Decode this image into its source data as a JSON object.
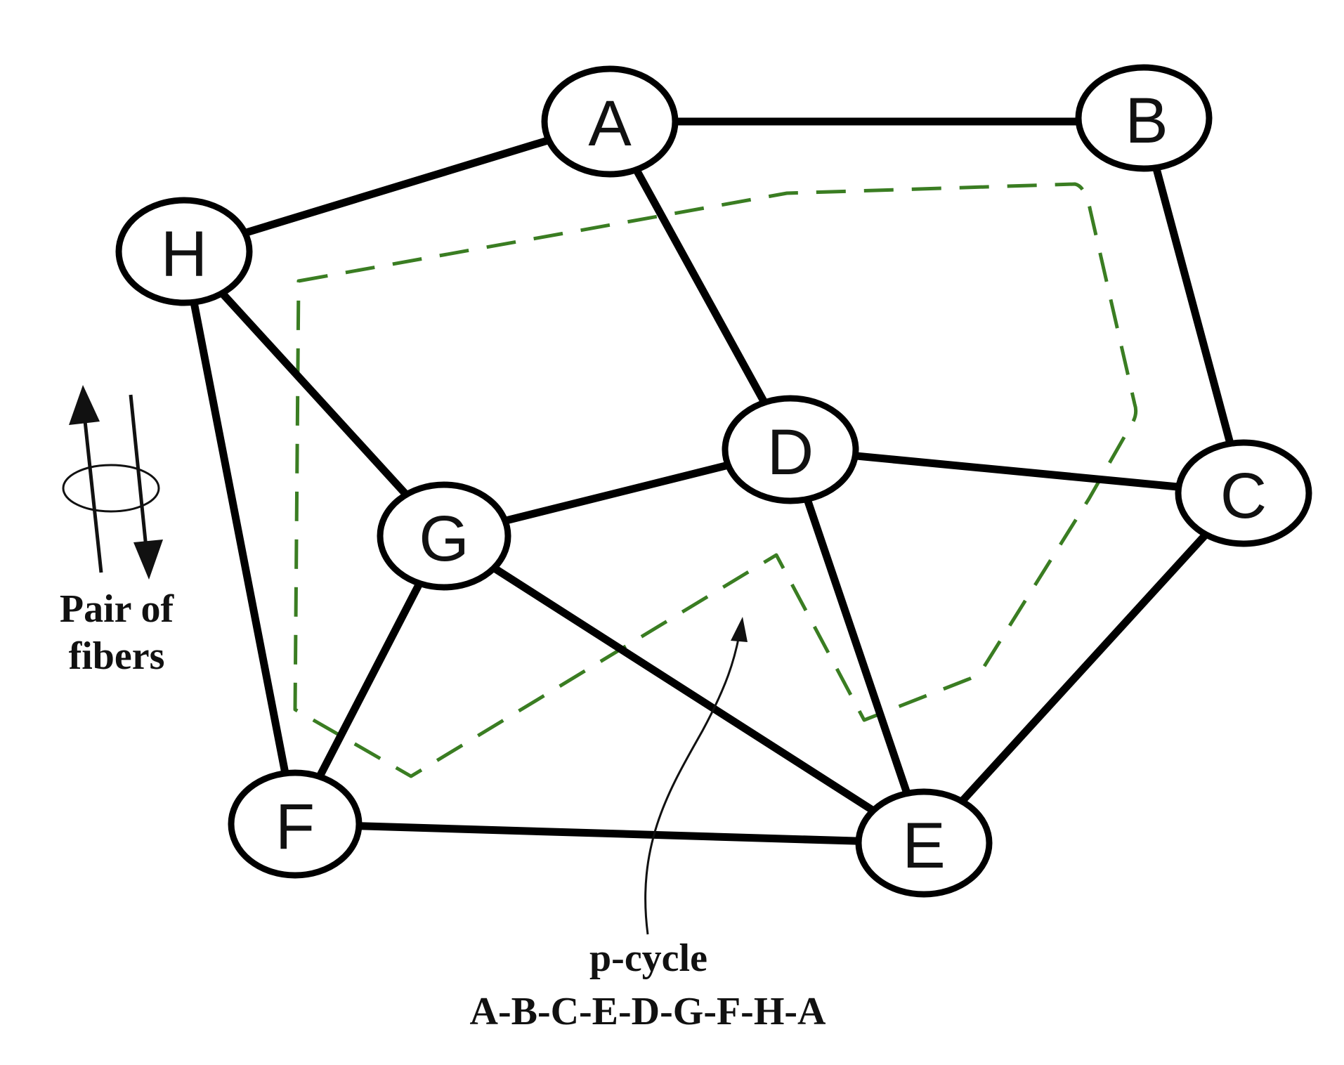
{
  "nodes": [
    {
      "id": "A",
      "label": "A"
    },
    {
      "id": "B",
      "label": "B"
    },
    {
      "id": "C",
      "label": "C"
    },
    {
      "id": "D",
      "label": "D"
    },
    {
      "id": "E",
      "label": "E"
    },
    {
      "id": "F",
      "label": "F"
    },
    {
      "id": "G",
      "label": "G"
    },
    {
      "id": "H",
      "label": "H"
    }
  ],
  "edges": [
    [
      "A",
      "B"
    ],
    [
      "A",
      "H"
    ],
    [
      "A",
      "D"
    ],
    [
      "B",
      "C"
    ],
    [
      "C",
      "D"
    ],
    [
      "C",
      "E"
    ],
    [
      "D",
      "G"
    ],
    [
      "D",
      "E"
    ],
    [
      "H",
      "G"
    ],
    [
      "H",
      "F"
    ],
    [
      "G",
      "F"
    ],
    [
      "G",
      "E"
    ],
    [
      "F",
      "E"
    ]
  ],
  "legend": {
    "line1": "Pair of",
    "line2": "fibers"
  },
  "pcycle": {
    "title": "p-cycle",
    "route": "A-B-C-E-D-G-F-H-A"
  },
  "colors": {
    "edge": "#000000",
    "pcycle": "#3a7d22"
  }
}
